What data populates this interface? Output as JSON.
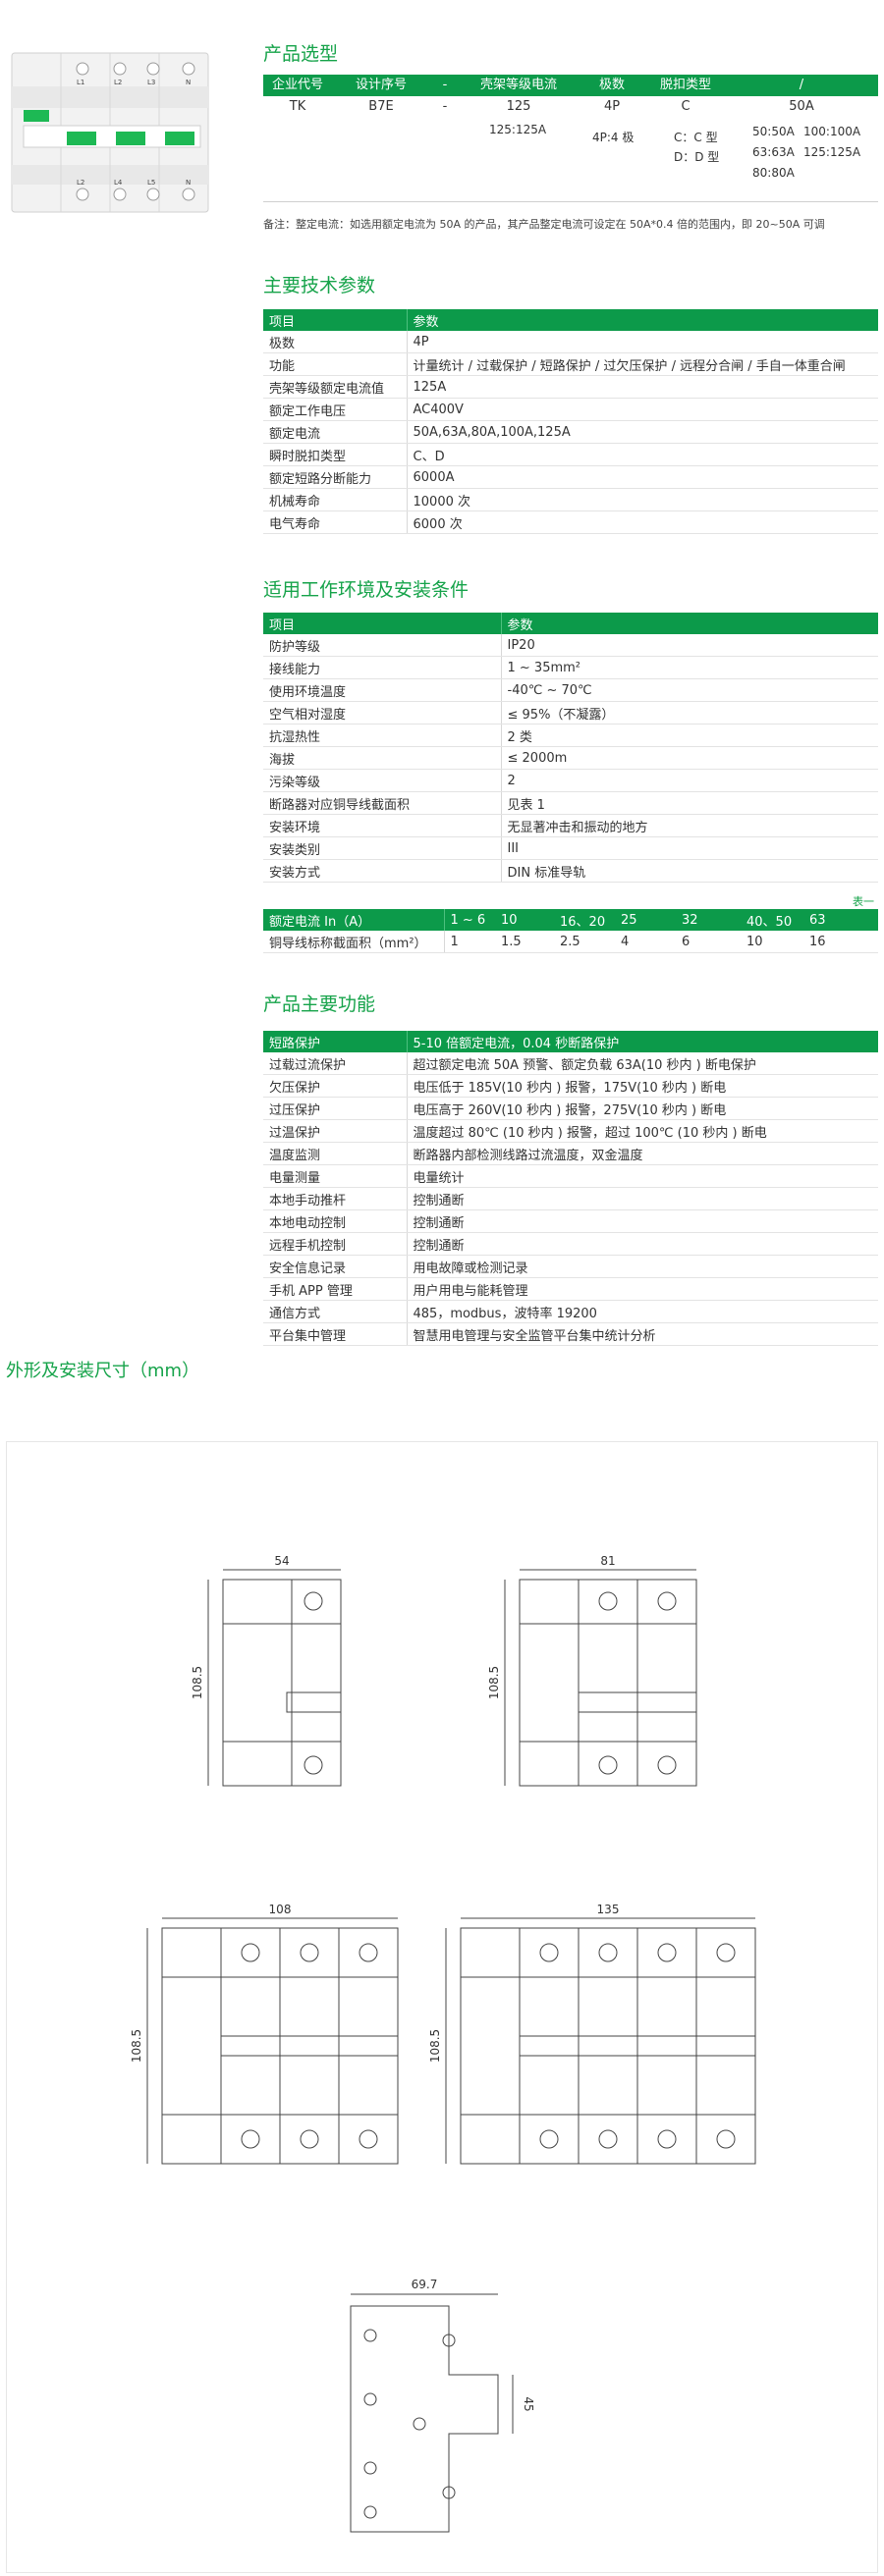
{
  "selection": {
    "title": "产品选型",
    "headers": [
      "企业代号",
      "设计序号",
      "-",
      "壳架等级电流",
      "极数",
      "脱扣类型",
      "/"
    ],
    "row1": [
      "TK",
      "B7E",
      "-",
      "125",
      "4P",
      "C",
      "50A"
    ],
    "row2_rating": "125:125A",
    "row2_poles": "4P:4 极",
    "row2_trip": [
      "C：C 型",
      "D：D 型"
    ],
    "row2_currents": [
      "50:50A",
      "100:100A",
      "63:63A",
      "125:125A",
      "80:80A"
    ],
    "note": "备注：整定电流：如选用额定电流为 50A 的产品，其产品整定电流可设定在 50A*0.4 倍的范围内，即 20~50A 可调"
  },
  "device": {
    "top_labels": [
      "L1",
      "L2",
      "L3",
      "N"
    ],
    "bottom_labels": [
      "L2",
      "L4",
      "L5",
      "N"
    ]
  },
  "tech": {
    "title": "主要技术参数",
    "header": [
      "项目",
      "参数"
    ],
    "rows": [
      [
        "极数",
        "4P"
      ],
      [
        "功能",
        "计量统计 / 过载保护 / 短路保护 / 过欠压保护 / 远程分合闸 / 手自一体重合闸"
      ],
      [
        "壳架等级额定电流值",
        "125A"
      ],
      [
        "额定工作电压",
        "AC400V"
      ],
      [
        "额定电流",
        "50A,63A,80A,100A,125A"
      ],
      [
        "瞬时脱扣类型",
        "C、D"
      ],
      [
        "额定短路分断能力",
        "6000A"
      ],
      [
        "机械寿命",
        "10000 次"
      ],
      [
        "电气寿命",
        "6000 次"
      ]
    ]
  },
  "env": {
    "title": "适用工作环境及安装条件",
    "header": [
      "项目",
      "参数"
    ],
    "rows": [
      [
        "防护等级",
        "IP20"
      ],
      [
        "接线能力",
        "1 ~ 35mm²"
      ],
      [
        "使用环境温度",
        "-40℃ ~ 70℃"
      ],
      [
        "空气相对湿度",
        "≤ 95%（不凝露）"
      ],
      [
        "抗湿热性",
        "2 类"
      ],
      [
        "海拔",
        "≤ 2000m"
      ],
      [
        "污染等级",
        "2"
      ],
      [
        "断路器对应铜导线截面积",
        "见表 1"
      ],
      [
        "安装环境",
        "无显著冲击和振动的地方"
      ],
      [
        "安装类别",
        "III"
      ],
      [
        "安装方式",
        "DIN 标准导轨"
      ]
    ],
    "table_tag": "表一",
    "wire_header": [
      "额定电流 In（A）",
      "1 ~ 6",
      "10",
      "16、20",
      "25",
      "32",
      "40、50",
      "63"
    ],
    "wire_row": [
      "铜导线标称截面积（mm²）",
      "1",
      "1.5",
      "2.5",
      "4",
      "6",
      "10",
      "16"
    ]
  },
  "func": {
    "title": "产品主要功能",
    "header": [
      "短路保护",
      "5-10 倍额定电流，0.04 秒断路保护"
    ],
    "rows": [
      [
        "过载过流保护",
        "超过额定电流 50A 预警、额定负载 63A(10 秒内 ) 断电保护"
      ],
      [
        "欠压保护",
        "电压低于 185V(10 秒内 ) 报警，175V(10 秒内 ) 断电"
      ],
      [
        "过压保护",
        "电压高于 260V(10 秒内 ) 报警，275V(10 秒内 ) 断电"
      ],
      [
        "过温保护",
        "温度超过 80℃ (10 秒内 ) 报警，超过 100℃ (10 秒内 ) 断电"
      ],
      [
        "温度监测",
        "断路器内部检测线路过流温度，双金温度"
      ],
      [
        "电量测量",
        "电量统计"
      ],
      [
        "本地手动推杆",
        "控制通断"
      ],
      [
        "本地电动控制",
        "控制通断"
      ],
      [
        "远程手机控制",
        "控制通断"
      ],
      [
        "安全信息记录",
        "用电故障或检测记录"
      ],
      [
        "手机 APP 管理",
        "用户用电与能耗管理"
      ],
      [
        "通信方式",
        "485，modbus，波特率 19200"
      ],
      [
        "平台集中管理",
        "智慧用电管理与安全监管平台集中统计分析"
      ]
    ]
  },
  "dimensions": {
    "title": "外形及安装尺寸（mm）",
    "widths": [
      "54",
      "81",
      "108",
      "135"
    ],
    "height": "108.5",
    "side_width": "69.7",
    "side_height": "45"
  },
  "colors": {
    "accent": "#0c9a4a",
    "title": "#16a34a"
  }
}
